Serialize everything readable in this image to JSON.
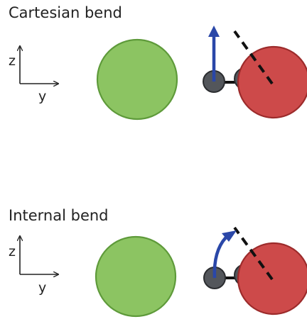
{
  "panels": [
    {
      "title": "Cartesian bend",
      "axis_vertical_label": "z",
      "axis_horizontal_label": "y",
      "displacement": "straight arrow"
    },
    {
      "title": "Internal bend",
      "axis_vertical_label": "z",
      "axis_horizontal_label": "y",
      "displacement": "curved arrow"
    }
  ],
  "colors": {
    "green_sphere": "#8cc462",
    "green_sphere_outline": "#5e9a3a",
    "red_sphere": "#cd4a4a",
    "red_sphere_outline": "#9c2b2b",
    "small_atoms": "#53565b",
    "small_atoms_outline": "#2b2d30",
    "bond": "#111111",
    "arrow": "#2a47a8",
    "dashed_line": "#111111",
    "axes": "#222222"
  }
}
